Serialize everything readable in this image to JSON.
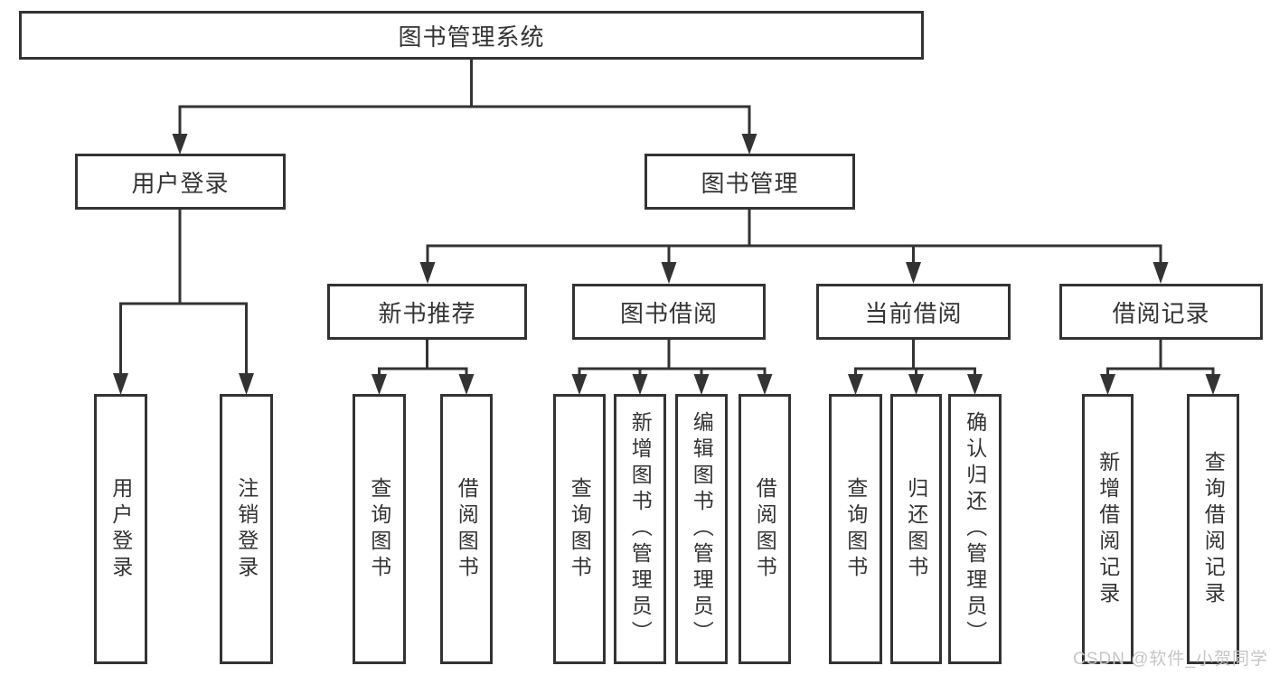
{
  "tree": {
    "root": {
      "label": "图书管理系统"
    },
    "branches": [
      {
        "label": "用户登录",
        "children": [
          {
            "label": "用户登录"
          },
          {
            "label": "注销登录"
          }
        ]
      },
      {
        "label": "图书管理",
        "children": [
          {
            "label": "新书推荐",
            "children": [
              {
                "label": "查询图书"
              },
              {
                "label": "借阅图书"
              }
            ]
          },
          {
            "label": "图书借阅",
            "children": [
              {
                "label": "查询图书"
              },
              {
                "label": "新增图书（管理员）"
              },
              {
                "label": "编辑图书（管理员）"
              },
              {
                "label": "借阅图书"
              }
            ]
          },
          {
            "label": "当前借阅",
            "children": [
              {
                "label": "查询图书"
              },
              {
                "label": "归还图书"
              },
              {
                "label": "确认归还（管理员）"
              }
            ]
          },
          {
            "label": "借阅记录",
            "children": [
              {
                "label": "新增借阅记录"
              },
              {
                "label": "查询借阅记录"
              }
            ]
          }
        ]
      }
    ]
  },
  "watermark": {
    "text": "CSDN @软件_小贺同学"
  },
  "colors": {
    "line": "#333333",
    "text": "#333333",
    "box_background": "#ffffff",
    "page_background": "#ffffff",
    "watermark": "#c6c6c6"
  }
}
